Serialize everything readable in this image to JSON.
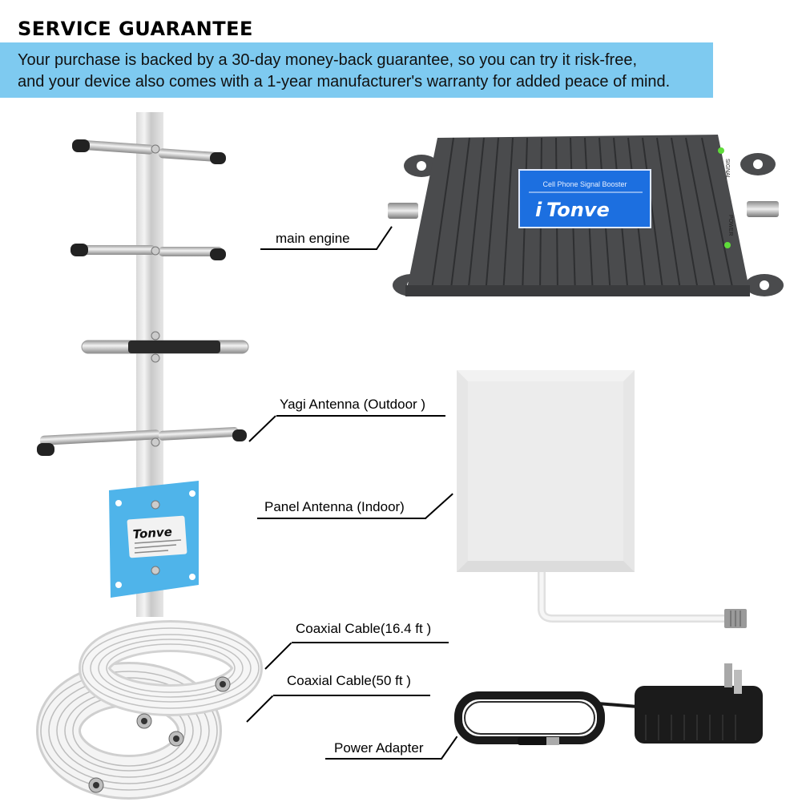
{
  "header": {
    "title": "SERVICE GUARANTEE",
    "banner_line_1": "Your purchase is backed by a 30-day money-back guarantee, so you can try it risk-free,",
    "banner_line_2": "and your device also comes with a 1-year manufacturer's warranty for added peace of mind.",
    "banner_color": "#7ecaf0"
  },
  "products": {
    "main_engine": {
      "label": "main engine",
      "plate_subtitle": "Cell Phone Signal Booster",
      "brand": "Tonve",
      "signal_indicator": "SIGNAL",
      "power_indicator": "POWER",
      "body_color": "#4a4b4d",
      "plate_color": "#1c6fe0",
      "led_color": "#5fdc3a"
    },
    "yagi_antenna": {
      "label": "Yagi Antenna (Outdoor )",
      "brand": "Tonve",
      "plate_color": "#4fb4ea"
    },
    "panel_antenna": {
      "label": "Panel Antenna (Indoor)"
    },
    "coax_short": {
      "label": "Coaxial Cable(16.4 ft )"
    },
    "coax_long": {
      "label": "Coaxial Cable(50 ft )"
    },
    "power_adapter": {
      "label": "Power Adapter"
    }
  }
}
